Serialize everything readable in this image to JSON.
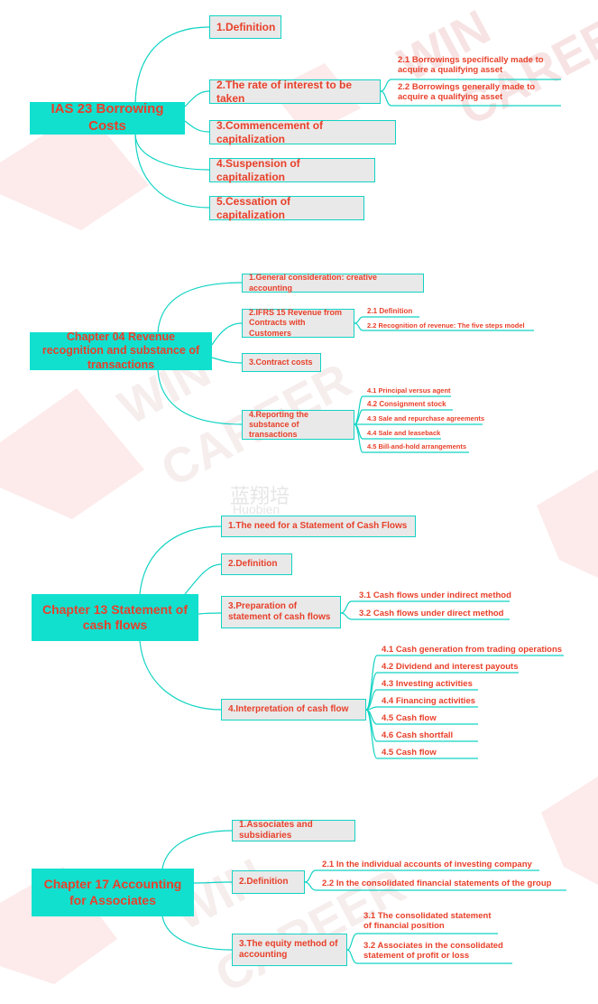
{
  "watermarks": {
    "text_a": "WIN",
    "text_b": "CAREER",
    "text_c": "蓝翔培",
    "text_d": "Huobien"
  },
  "colors": {
    "root_bg": "#11e0cf",
    "line": "#11d3c3",
    "text": "#e8402a",
    "box_bg": "#e9e9e9"
  },
  "map1": {
    "root": "IAS 23 Borrowing Costs",
    "b1": "1.Definition",
    "b2": "2.The rate of interest to be taken",
    "b2_1": "2.1 Borrowings specifically made to acquire a qualifying asset",
    "b2_2": "2.2 Borrowings generally made to acquire a qualifying asset",
    "b3": "3.Commencement of capitalization",
    "b4": "4.Suspension of capitalization",
    "b5": "5.Cessation of capitalization"
  },
  "map2": {
    "root": "Chapter 04 Revenue recognition and substance of transactions",
    "b1": "1.General consideration: creative accounting",
    "b2": "2.IFRS 15 Revenue from Contracts with Customers",
    "b2_1": "2.1 Definition",
    "b2_2": "2.2 Recognition of revenue: The five steps model",
    "b3": "3.Contract costs",
    "b4": "4.Reporting the substance of transactions",
    "b4_1": "4.1 Principal versus agent",
    "b4_2": "4.2 Consignment stock",
    "b4_3": "4.3 Sale and repurchase agreements",
    "b4_4": "4.4 Sale and leaseback",
    "b4_5": "4.5 Bill-and-hold arrangements"
  },
  "map3": {
    "root": "Chapter 13 Statement of cash flows",
    "b1": "1.The need for a Statement of Cash Flows",
    "b2": "2.Definition",
    "b3": "3.Preparation of statement of cash flows",
    "b3_1": "3.1 Cash flows under indirect method",
    "b3_2": "3.2 Cash flows under direct method",
    "b4": "4.Interpretation of cash flow",
    "b4_1": "4.1 Cash generation from trading operations",
    "b4_2": "4.2 Dividend and interest payouts",
    "b4_3": "4.3 Investing activities",
    "b4_4": "4.4 Financing activities",
    "b4_5": "4.5 Cash flow",
    "b4_6": "4.6 Cash shortfall",
    "b4_7": "4.5 Cash flow"
  },
  "map4": {
    "root": "Chapter 17 Accounting for Associates",
    "b1": "1.Associates and subsidiaries",
    "b2": "2.Definition",
    "b2_1": "2.1 In the individual accounts of investing company",
    "b2_2": "2.2 In the consolidated financial statements of the group",
    "b3": "3.The equity method of accounting",
    "b3_1": "3.1 The consolidated statement of financial position",
    "b3_2": "3.2 Associates in the consolidated statement of profit or loss"
  }
}
